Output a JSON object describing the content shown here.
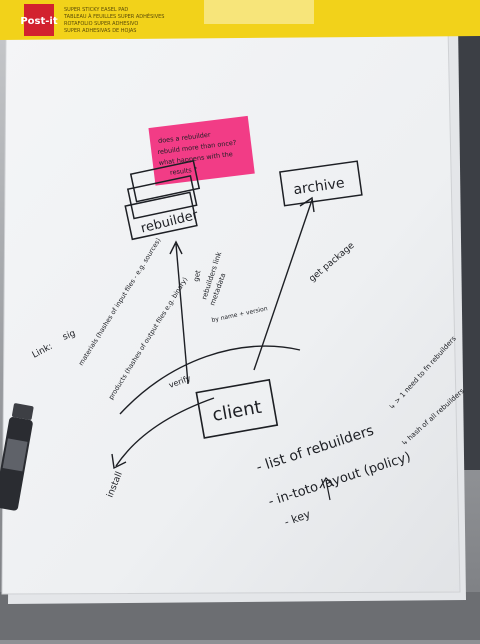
{
  "brand": {
    "logo": "Post-it",
    "tagline_lines": [
      "SUPER STICKY EASEL PAD",
      "TABLEAU À FEUILLES SUPER ADHÉSIVES",
      "ROTAFOLIO SUPER ADHESIVO",
      "SUPER ADHESIVAS DE HOJAS"
    ],
    "colors": {
      "banner": "#f2d21a",
      "logo_red": "#d2222e",
      "ink": "#1d1f24",
      "sticky": "#f23c86"
    }
  },
  "sticky_note": {
    "lines": [
      "does a rebuilder",
      "rebuild more than once?",
      "what happens with the",
      "results ?"
    ]
  },
  "boxes": {
    "rebuilder": "rebuilder",
    "archive": "archive",
    "client": "client"
  },
  "arrows": {
    "get_rebuilders": [
      "get",
      "rebuilders link",
      "metadata",
      "by name + version"
    ],
    "get_package": "get package",
    "verify": "verify",
    "install": "install"
  },
  "link_block": {
    "label": "Link:",
    "items": [
      "sig",
      "materials (hashes of input files - e.g. sources)",
      "products (hashes of output files e.g. binary)"
    ]
  },
  "policy_list": {
    "items": [
      "- list of rebuilders",
      "- in-toto layout (policy)",
      "- key"
    ],
    "notes": [
      "↳ > 1 need to fn rebuilders",
      "↳ hash of all rebuilders"
    ]
  },
  "icons": [
    "marker-pen",
    "easel-pad",
    "sticky-note"
  ]
}
